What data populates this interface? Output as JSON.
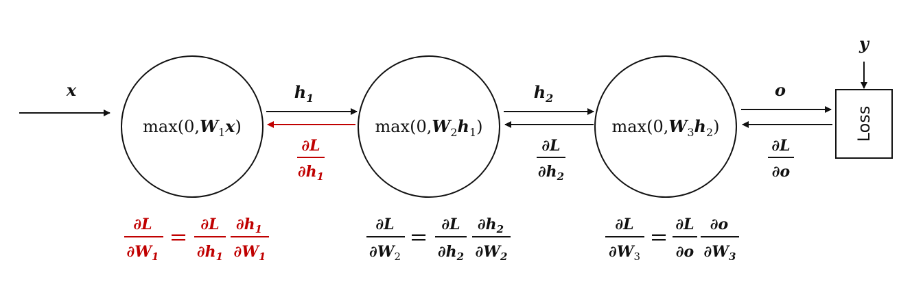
{
  "colors": {
    "ink": "#111111",
    "accent": "#c00000"
  },
  "input": {
    "label": "x"
  },
  "target": {
    "label": "y"
  },
  "loss": {
    "label": "Loss"
  },
  "nodes": [
    {
      "prefix": "max(0,",
      "weight": "W",
      "weight_sub": "1",
      "arg": "x",
      "arg_sub": "",
      "suffix": ")"
    },
    {
      "prefix": "max(0,",
      "weight": "W",
      "weight_sub": "2",
      "arg": "h",
      "arg_sub": "1",
      "suffix": ")"
    },
    {
      "prefix": "max(0,",
      "weight": "W",
      "weight_sub": "3",
      "arg": "h",
      "arg_sub": "2",
      "suffix": ")"
    }
  ],
  "forward": [
    {
      "label": "h",
      "sub": "1"
    },
    {
      "label": "h",
      "sub": "2"
    },
    {
      "label": "o",
      "sub": ""
    }
  ],
  "backward": [
    {
      "num": "∂L",
      "den": "∂h",
      "den_sub": "1",
      "highlight": true
    },
    {
      "num": "∂L",
      "den": "∂h",
      "den_sub": "2",
      "highlight": false
    },
    {
      "num": "∂L",
      "den": "∂o",
      "den_sub": "",
      "highlight": false
    }
  ],
  "equations": [
    {
      "lhs_num": "∂L",
      "lhs_den": "∂W",
      "lhs_sub": "1",
      "eq": "=",
      "r1_num": "∂L",
      "r1_den": "∂h",
      "r1_sub": "1",
      "r2_num": "∂h",
      "r2_num_sub": "1",
      "r2_den": "∂W",
      "r2_sub": "1",
      "highlight": true
    },
    {
      "lhs_num": "∂L",
      "lhs_den": "∂W",
      "lhs_sub": "2",
      "eq": "=",
      "r1_num": "∂L",
      "r1_den": "∂h",
      "r1_sub": "2",
      "r2_num": "∂h",
      "r2_num_sub": "2",
      "r2_den": "∂W",
      "r2_sub": "2",
      "highlight": false
    },
    {
      "lhs_num": "∂L",
      "lhs_den": "∂W",
      "lhs_sub": "3",
      "eq": "=",
      "r1_num": "∂L",
      "r1_den": "∂o",
      "r1_sub": "",
      "r2_num": "∂o",
      "r2_num_sub": "",
      "r2_den": "∂W",
      "r2_sub": "3",
      "highlight": false
    }
  ]
}
